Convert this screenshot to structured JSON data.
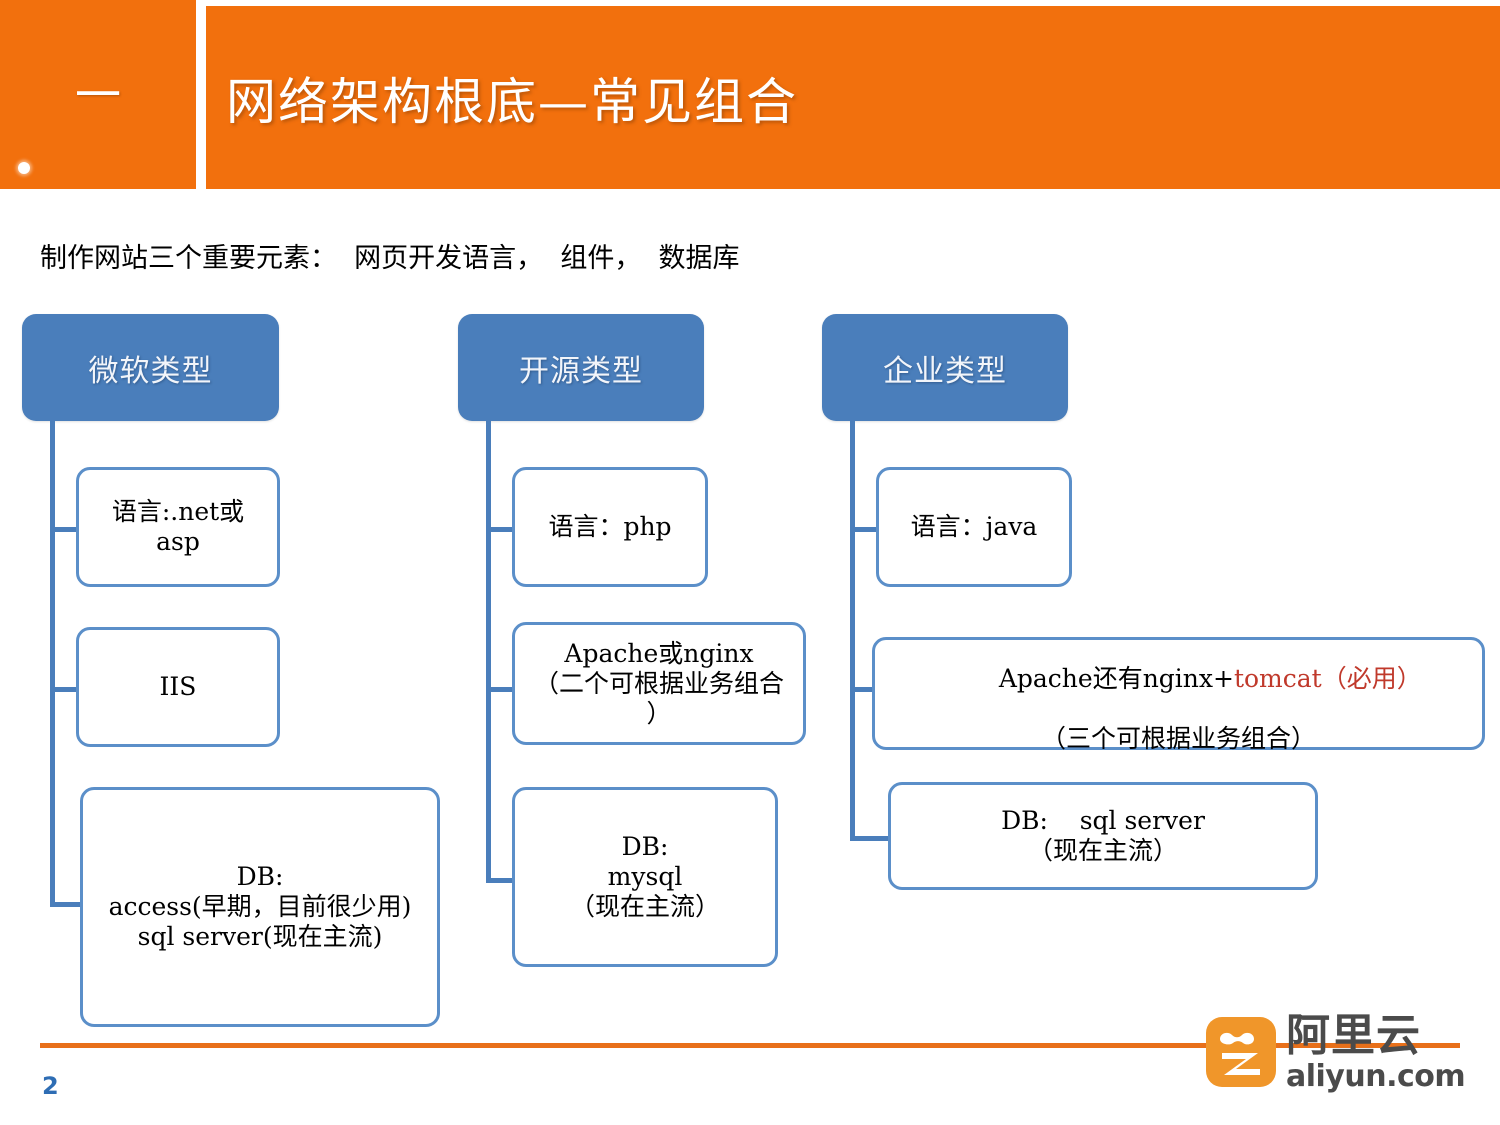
{
  "slide": {
    "header": {
      "number": "一",
      "title": "网络架构根底—常见组合",
      "band_color": "#F2700D"
    },
    "subtitle": "制作网站三个重要元素：  网页开发语言，  组件，  数据库",
    "footer": {
      "page_number": "2",
      "rule_color": "#E8701A",
      "logo": {
        "mark_color": "#F0962A",
        "cn_text": "阿里云",
        "en_text": "aliyun.com"
      }
    },
    "accent_color": "#C0392B",
    "node_border_color": "#5B8FC9",
    "head_fill_color": "#4A7EBB",
    "columns": [
      {
        "id": "microsoft",
        "title": "微软类型",
        "nodes": [
          {
            "id": "ms-lang",
            "lines": [
              "语言:.net或",
              "asp"
            ]
          },
          {
            "id": "ms-server",
            "lines": [
              "IIS"
            ]
          },
          {
            "id": "ms-db",
            "lines": [
              "DB:",
              "access(早期，目前很少用)",
              "sql server(现在主流)"
            ]
          }
        ]
      },
      {
        "id": "opensource",
        "title": "开源类型",
        "nodes": [
          {
            "id": "os-lang",
            "lines": [
              "语言：php"
            ]
          },
          {
            "id": "os-server",
            "lines": [
              "Apache或nginx",
              "（二个可根据业务组合",
              "）"
            ]
          },
          {
            "id": "os-db",
            "lines": [
              "DB:",
              "mysql",
              "（现在主流）"
            ]
          }
        ]
      },
      {
        "id": "enterprise",
        "title": "企业类型",
        "nodes": [
          {
            "id": "ent-lang",
            "lines": [
              "语言：java"
            ]
          },
          {
            "id": "ent-server",
            "lines_rich": [
              [
                {
                  "t": "Apache还有nginx+",
                  "accent": false
                },
                {
                  "t": "tomcat（必用）",
                  "accent": true
                }
              ],
              [
                {
                  "t": "（三个可根据业务组合）",
                  "accent": false
                }
              ]
            ]
          },
          {
            "id": "ent-db",
            "lines": [
              "DB:    sql server",
              "（现在主流）"
            ]
          }
        ]
      }
    ]
  }
}
